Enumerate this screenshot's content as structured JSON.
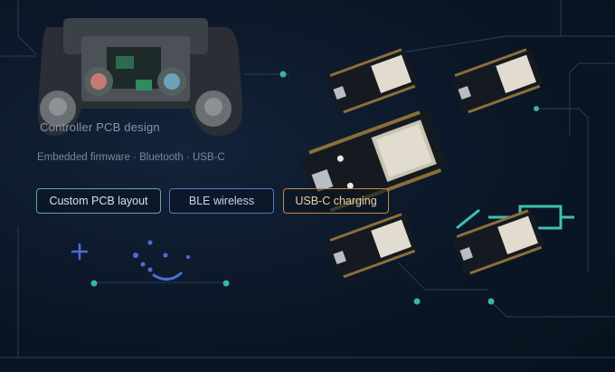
{
  "hero": {
    "title": "Controller PCB design",
    "subtitle": "Embedded firmware · Bluetooth · USB-C"
  },
  "tags": [
    {
      "label": "Custom PCB layout",
      "color": "#5aa8a8"
    },
    {
      "label": "BLE wireless",
      "color": "#5b73c9"
    },
    {
      "label": "USB-C charging",
      "color": "#c7893f"
    }
  ],
  "images": {
    "controller": "gamepad-controller-pcb-photo",
    "boards": "esp32-dev-board-photos"
  },
  "colors": {
    "background": "#0a1422",
    "trace": "#1d3a52",
    "node": "#3fb0a4",
    "accent_blue": "#4b6ed8",
    "accent_teal": "#3fc0b0"
  }
}
